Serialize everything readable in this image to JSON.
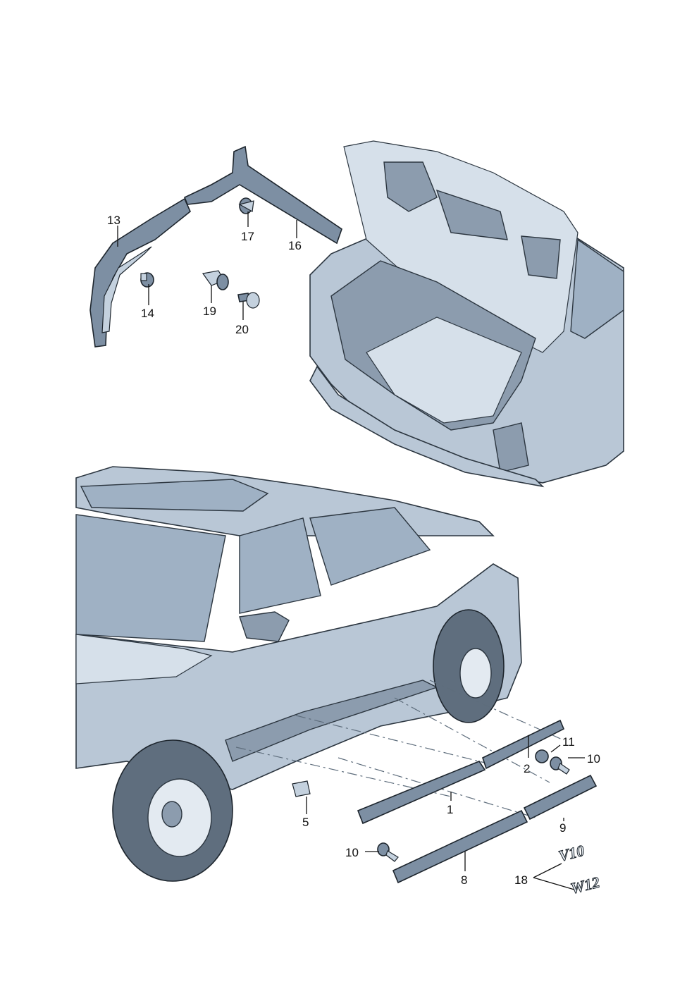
{
  "callouts": {
    "c1": "1",
    "c2": "2",
    "c5": "5",
    "c8": "8",
    "c9": "9",
    "c10a": "10",
    "c10b": "10",
    "c11": "11",
    "c13": "13",
    "c14": "14",
    "c16": "16",
    "c17": "17",
    "c18": "18",
    "c19": "19",
    "c20": "20"
  },
  "badges": {
    "v10": "V10",
    "w12": "W12"
  },
  "colors": {
    "body": "#b9c7d6",
    "part": "#7d8fa3",
    "line": "#111111"
  }
}
